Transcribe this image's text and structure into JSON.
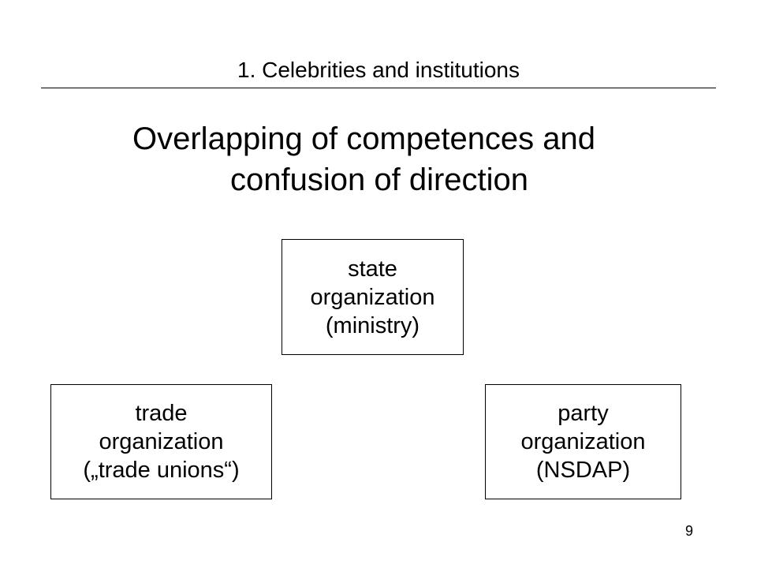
{
  "header": {
    "title": "1. Celebrities and institutions"
  },
  "heading": {
    "line1": "Overlapping of competences and",
    "line2": "confusion of direction"
  },
  "boxes": {
    "state": {
      "line1": "state",
      "line2": "organization",
      "line3": "(ministry)"
    },
    "trade": {
      "line1": "trade",
      "line2": "organization",
      "line3": "(„trade unions“)"
    },
    "party": {
      "line1": "party",
      "line2": "organization",
      "line3": "(NSDAP)"
    }
  },
  "footer": {
    "page_number": "9"
  }
}
